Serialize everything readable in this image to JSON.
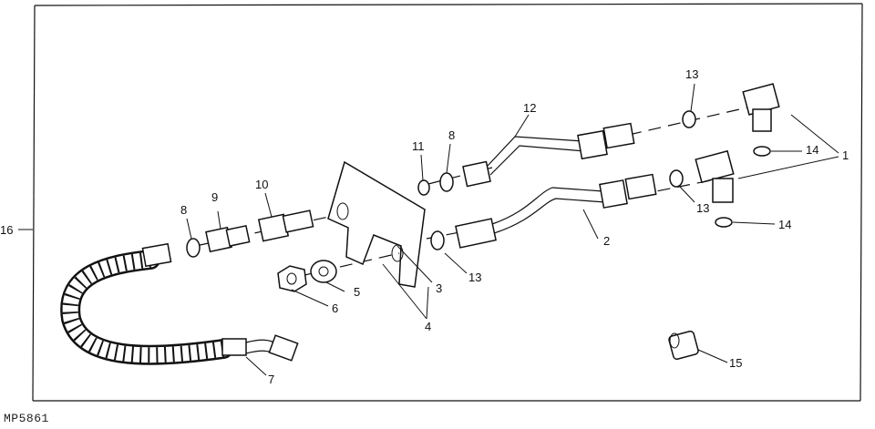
{
  "figure_code": "MP5861",
  "callouts": [
    {
      "id": "c1",
      "text": "1"
    },
    {
      "id": "c2",
      "text": "2"
    },
    {
      "id": "c3",
      "text": "3"
    },
    {
      "id": "c4",
      "text": "4"
    },
    {
      "id": "c5",
      "text": "5"
    },
    {
      "id": "c6",
      "text": "6"
    },
    {
      "id": "c7",
      "text": "7"
    },
    {
      "id": "c8a",
      "text": "8"
    },
    {
      "id": "c8b",
      "text": "8"
    },
    {
      "id": "c9",
      "text": "9"
    },
    {
      "id": "c10",
      "text": "10"
    },
    {
      "id": "c11",
      "text": "11"
    },
    {
      "id": "c12",
      "text": "12"
    },
    {
      "id": "c13a",
      "text": "13"
    },
    {
      "id": "c13b",
      "text": "13"
    },
    {
      "id": "c13c",
      "text": "13"
    },
    {
      "id": "c14a",
      "text": "14"
    },
    {
      "id": "c14b",
      "text": "14"
    },
    {
      "id": "c15",
      "text": "15"
    },
    {
      "id": "c16",
      "text": "16"
    }
  ]
}
